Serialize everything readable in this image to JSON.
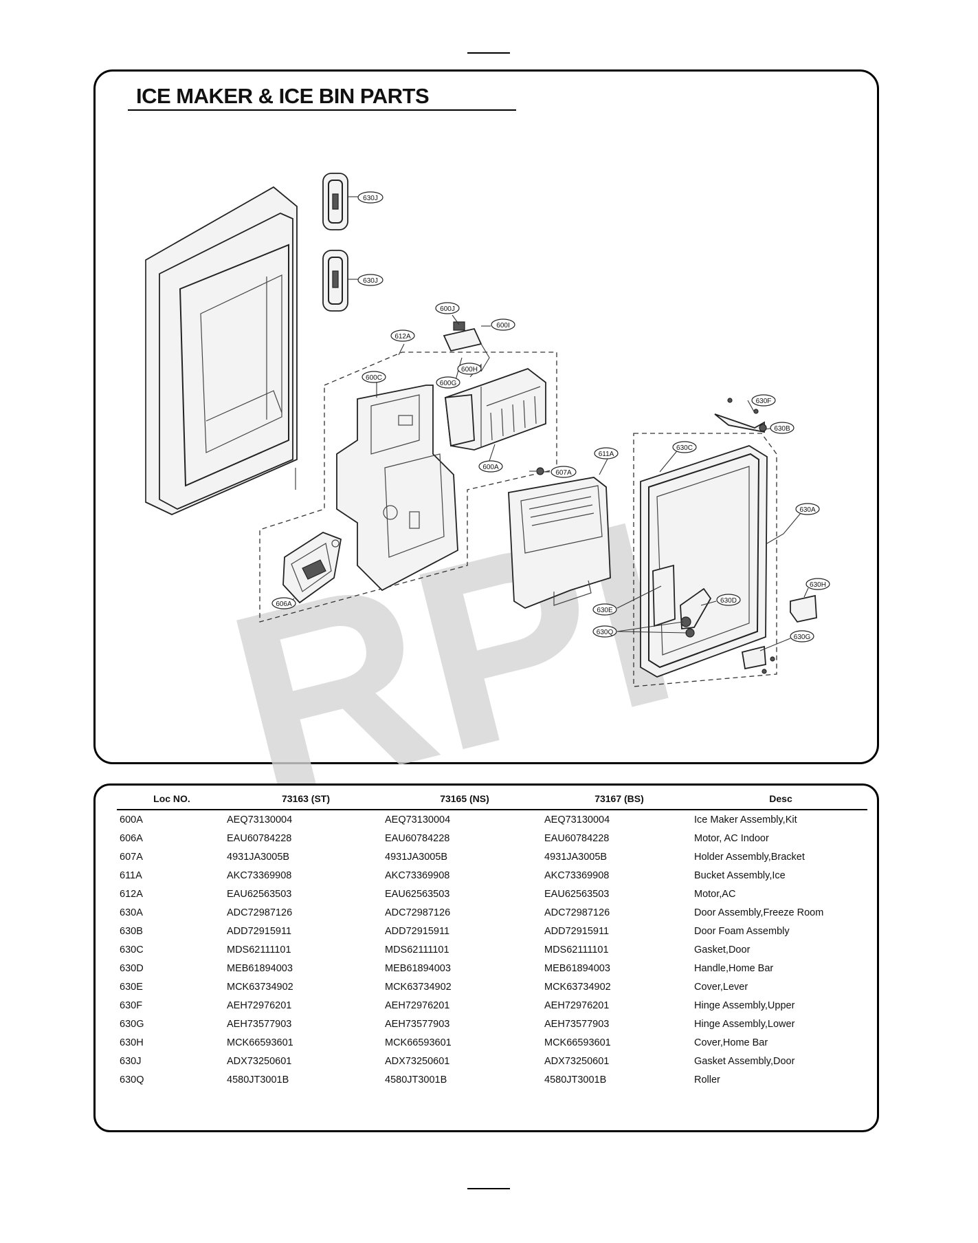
{
  "title": "ICE MAKER & ICE BIN PARTS",
  "watermark": "RPI",
  "callouts": [
    "630J",
    "630J",
    "600J",
    "600I",
    "612A",
    "600H",
    "600G",
    "600C",
    "600A",
    "607A",
    "611A",
    "606A",
    "630F",
    "630B",
    "630C",
    "630A",
    "630H",
    "630D",
    "630E",
    "630Q",
    "630G"
  ],
  "table": {
    "headers": [
      "Loc NO.",
      "73163 (ST)",
      "73165 (NS)",
      "73167 (BS)",
      "Desc"
    ],
    "rows": [
      [
        "600A",
        "AEQ73130004",
        "AEQ73130004",
        "AEQ73130004",
        "Ice Maker Assembly,Kit"
      ],
      [
        "606A",
        "EAU60784228",
        "EAU60784228",
        "EAU60784228",
        "Motor, AC Indoor"
      ],
      [
        "607A",
        "4931JA3005B",
        "4931JA3005B",
        "4931JA3005B",
        "Holder Assembly,Bracket"
      ],
      [
        "611A",
        "AKC73369908",
        "AKC73369908",
        "AKC73369908",
        "Bucket Assembly,Ice"
      ],
      [
        "612A",
        "EAU62563503",
        "EAU62563503",
        "EAU62563503",
        "Motor,AC"
      ],
      [
        "630A",
        "ADC72987126",
        "ADC72987126",
        "ADC72987126",
        "Door Assembly,Freeze Room"
      ],
      [
        "630B",
        "ADD72915911",
        "ADD72915911",
        "ADD72915911",
        "Door Foam Assembly"
      ],
      [
        "630C",
        "MDS62111101",
        "MDS62111101",
        "MDS62111101",
        "Gasket,Door"
      ],
      [
        "630D",
        "MEB61894003",
        "MEB61894003",
        "MEB61894003",
        "Handle,Home Bar"
      ],
      [
        "630E",
        "MCK63734902",
        "MCK63734902",
        "MCK63734902",
        "Cover,Lever"
      ],
      [
        "630F",
        "AEH72976201",
        "AEH72976201",
        "AEH72976201",
        "Hinge Assembly,Upper"
      ],
      [
        "630G",
        "AEH73577903",
        "AEH73577903",
        "AEH73577903",
        "Hinge Assembly,Lower"
      ],
      [
        "630H",
        "MCK66593601",
        "MCK66593601",
        "MCK66593601",
        "Cover,Home Bar"
      ],
      [
        "630J",
        "ADX73250601",
        "ADX73250601",
        "ADX73250601",
        "Gasket Assembly,Door"
      ],
      [
        "630Q",
        "4580JT3001B",
        "4580JT3001B",
        "4580JT3001B",
        "Roller"
      ]
    ]
  }
}
